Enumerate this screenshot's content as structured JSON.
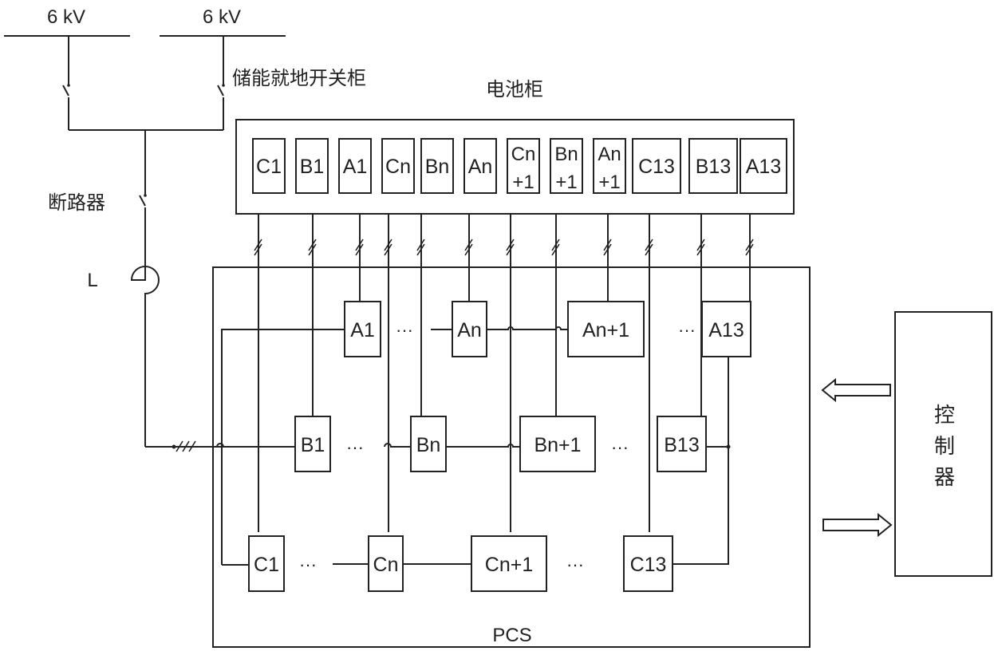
{
  "grid": {
    "bus_left_label": "6 kV",
    "bus_right_label": "6 kV",
    "local_switchgear_label": "储能就地开关柜",
    "breaker_label": "断路器",
    "inductor_label": "L"
  },
  "battery_cabinet": {
    "title": "电池柜",
    "cells": [
      {
        "line1": "C1",
        "line2": ""
      },
      {
        "line1": "B1",
        "line2": ""
      },
      {
        "line1": "A1",
        "line2": ""
      },
      {
        "line1": "Cn",
        "line2": ""
      },
      {
        "line1": "Bn",
        "line2": ""
      },
      {
        "line1": "An",
        "line2": ""
      },
      {
        "line1": "Cn",
        "line2": "+1"
      },
      {
        "line1": "Bn",
        "line2": "+1"
      },
      {
        "line1": "An",
        "line2": "+1"
      },
      {
        "line1": "C13",
        "line2": ""
      },
      {
        "line1": "B13",
        "line2": ""
      },
      {
        "line1": "A13",
        "line2": ""
      }
    ]
  },
  "pcs": {
    "title": "PCS",
    "phase_a": [
      "A1",
      "An",
      "An+1",
      "A13"
    ],
    "phase_b": [
      "B1",
      "Bn",
      "Bn+1",
      "B13"
    ],
    "phase_c": [
      "C1",
      "Cn",
      "Cn+1",
      "C13"
    ],
    "ellipsis": "···"
  },
  "controller": {
    "label_chars": [
      "控",
      "制",
      "器"
    ]
  }
}
